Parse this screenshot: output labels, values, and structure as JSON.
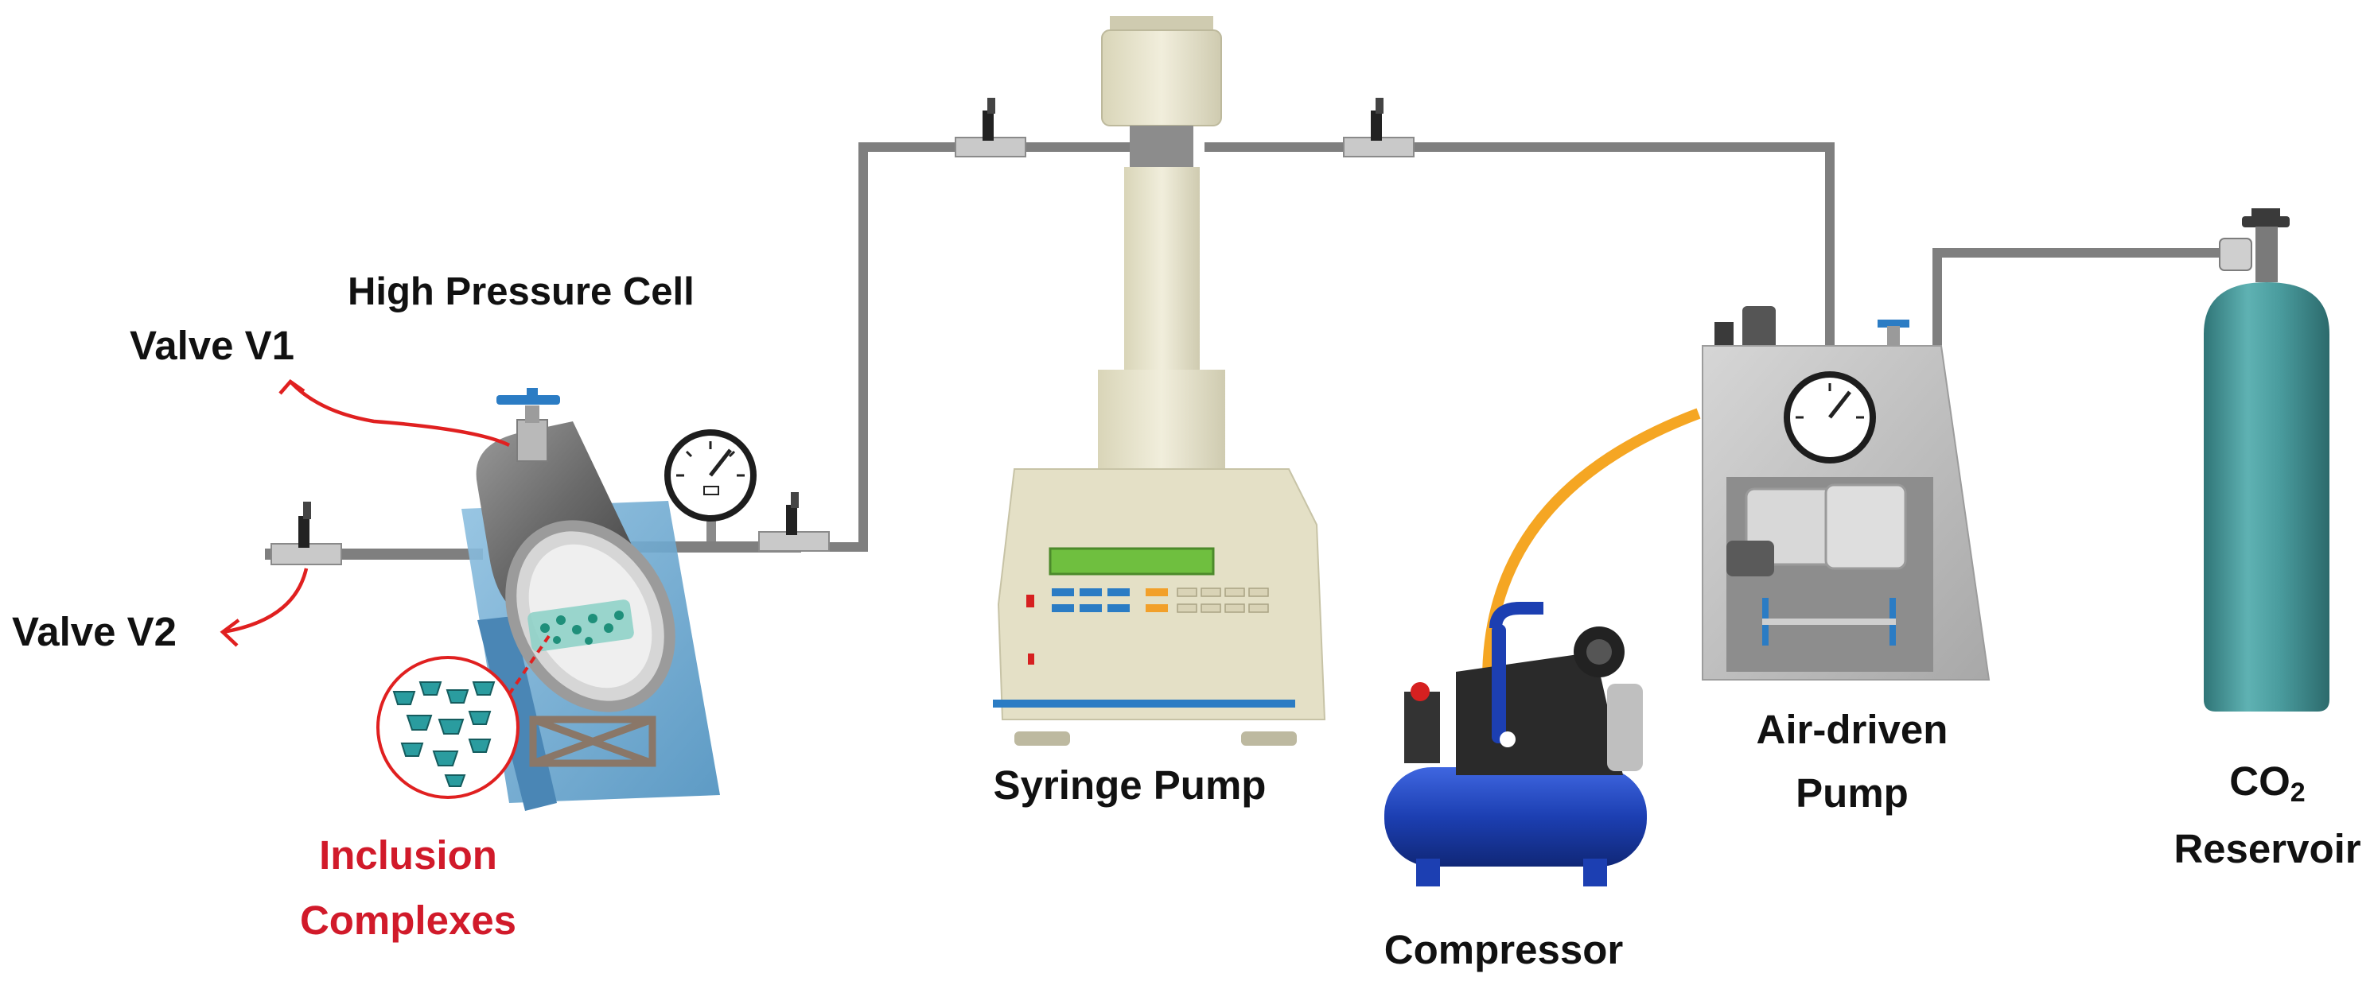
{
  "labels": {
    "high_pressure_cell": "High Pressure Cell",
    "valve_v1": "Valve V1",
    "valve_v2": "Valve V2",
    "inclusion_line1": "Inclusion",
    "inclusion_line2": "Complexes",
    "syringe_pump": "Syringe Pump",
    "compressor": "Compressor",
    "air_driven_line1": "Air-driven",
    "air_driven_line2": "Pump",
    "co2_base": "CO",
    "co2_subscript": "2",
    "reservoir": "Reservoir"
  },
  "colors": {
    "pipe": "#7f7f7f",
    "pipe_highlight": "#b5b5b5",
    "annotation_red": "#e02020",
    "inclusion_text": "#d11a2a",
    "air_hose": "#f5a623",
    "cylinder_teal": "#3f8f91",
    "pump_cream": "#eae6cc",
    "compressor_blue": "#1c3fb2",
    "panel_blue": "#6fa9cf",
    "text": "#111111"
  }
}
